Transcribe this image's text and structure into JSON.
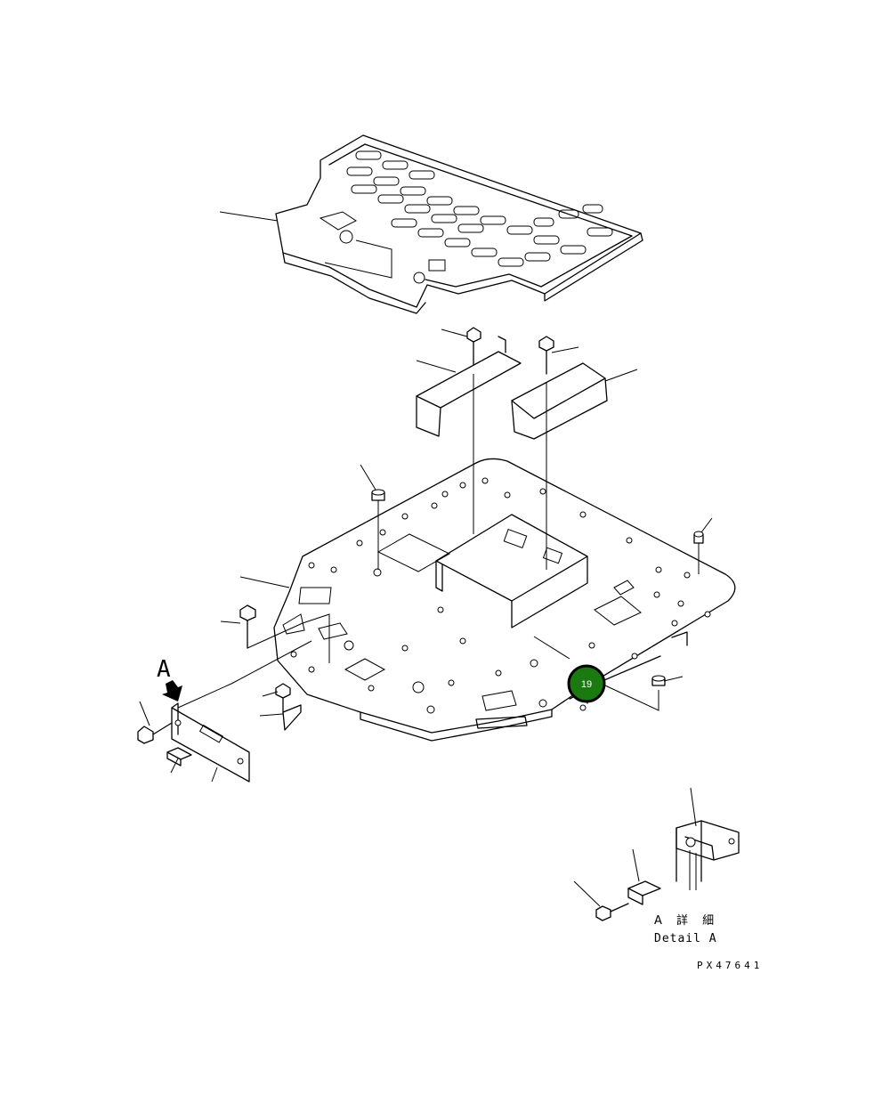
{
  "diagram": {
    "view_label": "A",
    "detail_label_jp": "A 詳 細",
    "detail_label_en": "Detail A",
    "part_code": "PX47641",
    "callout": {
      "number": "19",
      "color": "#1a7a10"
    }
  }
}
